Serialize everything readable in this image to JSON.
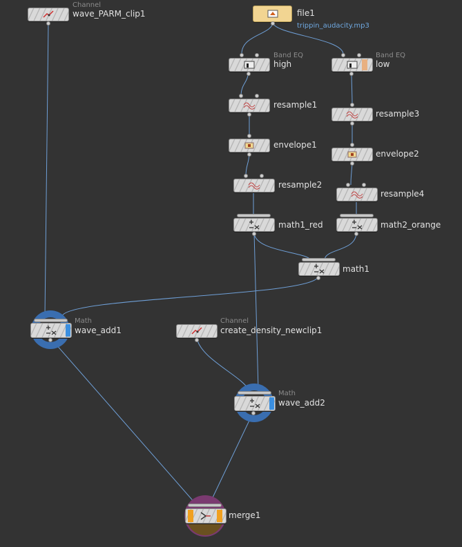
{
  "colors": {
    "background": "#333333",
    "wire": "#6fa0d8",
    "label": "#e2e2e2",
    "type_label": "#8c8c8c",
    "subtitle": "#6fa8e0",
    "math_ring": "#3a6eb0",
    "merge_ring": "#7a3a70",
    "file_tile": "#f2d592"
  },
  "nodes": {
    "wave_parm_clip1": {
      "type_label": "Channel",
      "name": "wave_PARM_clip1",
      "icon": "channel-icon"
    },
    "file1": {
      "type_label": "",
      "name": "file1",
      "subtitle": "trippin_audacity.mp3",
      "icon": "file-icon"
    },
    "high": {
      "type_label": "Band EQ",
      "name": "high",
      "icon": "band-eq-icon"
    },
    "low": {
      "type_label": "Band EQ",
      "name": "low",
      "icon": "band-eq-icon"
    },
    "resample1": {
      "name": "resample1",
      "icon": "resample-icon"
    },
    "resample3": {
      "name": "resample3",
      "icon": "resample-icon"
    },
    "envelope1": {
      "name": "envelope1",
      "icon": "envelope-icon"
    },
    "envelope2": {
      "name": "envelope2",
      "icon": "envelope-icon"
    },
    "resample2": {
      "name": "resample2",
      "icon": "resample-icon"
    },
    "resample4": {
      "name": "resample4",
      "icon": "resample-icon"
    },
    "math1_red": {
      "name": "math1_red",
      "icon": "math-icon"
    },
    "math2_orange": {
      "name": "math2_orange",
      "icon": "math-icon"
    },
    "math1": {
      "name": "math1",
      "icon": "math-icon"
    },
    "wave_add1": {
      "type_label": "Math",
      "name": "wave_add1",
      "icon": "math-icon"
    },
    "create_density_newclip1": {
      "type_label": "Channel",
      "name": "create_density_newclip1",
      "icon": "channel-icon"
    },
    "wave_add2": {
      "type_label": "Math",
      "name": "wave_add2",
      "icon": "math-icon"
    },
    "merge1": {
      "name": "merge1",
      "icon": "merge-icon"
    }
  }
}
